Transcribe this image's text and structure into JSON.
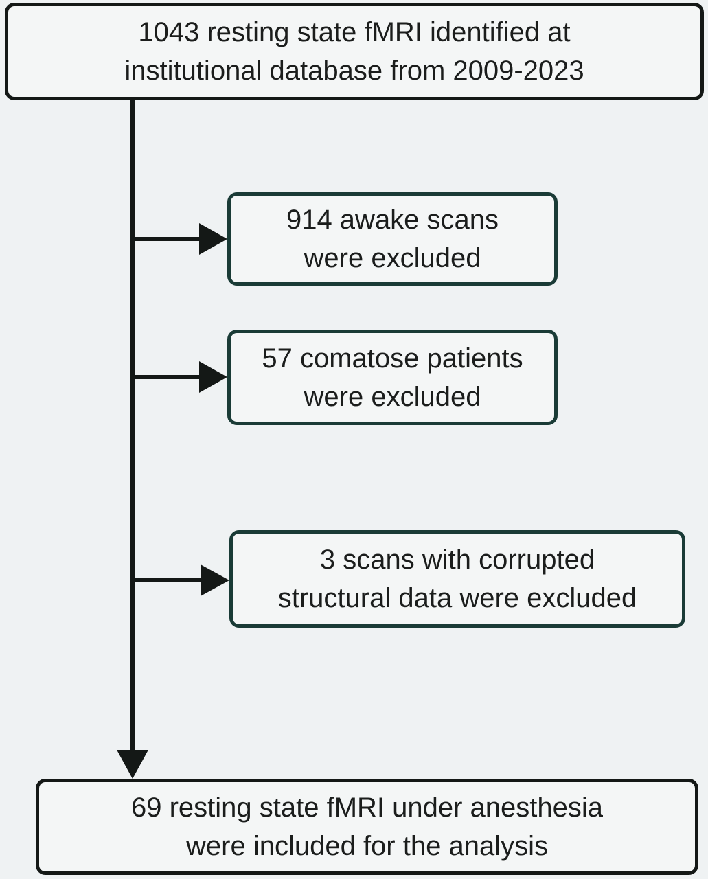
{
  "flowchart": {
    "top_box": {
      "lines": [
        "1043 resting state fMRI identified at",
        "institutional database from 2009-2023"
      ]
    },
    "exclusions": [
      {
        "lines": [
          "914 awake scans",
          "were excluded"
        ]
      },
      {
        "lines": [
          "57 comatose patients",
          "were excluded"
        ]
      },
      {
        "lines": [
          "3 scans with corrupted",
          "structural data were excluded"
        ]
      }
    ],
    "bottom_box": {
      "lines": [
        "69 resting state fMRI under anesthesia",
        "were included for the analysis"
      ]
    }
  },
  "colors": {
    "background": "#eff2f3",
    "main_border": "#141816",
    "exclusion_border": "#1a3b36",
    "arrow": "#141816",
    "text": "#1b1d1c"
  }
}
